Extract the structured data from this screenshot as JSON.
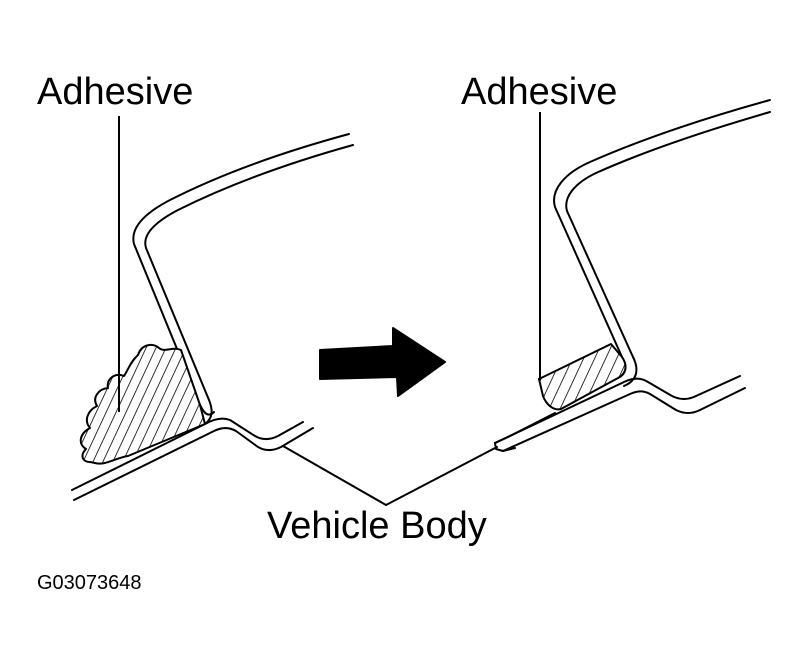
{
  "labels": {
    "adhesive_left": "Adhesive",
    "adhesive_right": "Adhesive",
    "vehicle_body": "Vehicle Body",
    "figure_code": "G03073648"
  },
  "colors": {
    "line": "#000000",
    "background": "#ffffff"
  },
  "icons": {
    "arrow": "right-arrow-icon"
  }
}
